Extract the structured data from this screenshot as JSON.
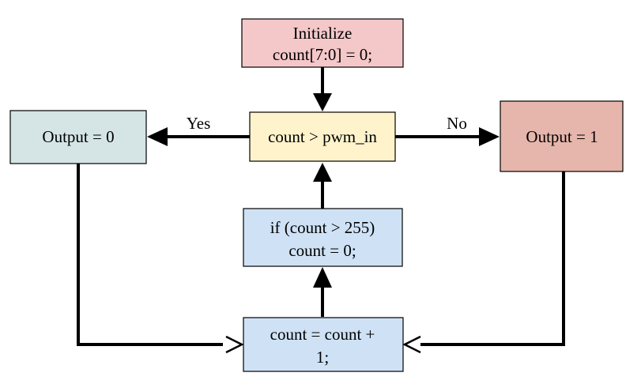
{
  "nodes": {
    "initialize": {
      "line1": "Initialize",
      "line2": "count[7:0] = 0;",
      "fill": "#f4c7c9"
    },
    "compare": {
      "text": "count > pwm_in",
      "fill": "#fff3cc"
    },
    "output_zero": {
      "text": "Output = 0",
      "fill": "#d5e5e5"
    },
    "output_one": {
      "text": "Output = 1",
      "fill": "#e6b6ac"
    },
    "reset_check": {
      "line1": "if (count > 255)",
      "line2": "count = 0;",
      "fill": "#cfe2f5"
    },
    "increment": {
      "line1": "count = count +",
      "line2": "1;",
      "fill": "#cfe2f5"
    }
  },
  "edges": {
    "yes_label": "Yes",
    "no_label": "No"
  },
  "colors": {
    "stroke": "#000000"
  }
}
